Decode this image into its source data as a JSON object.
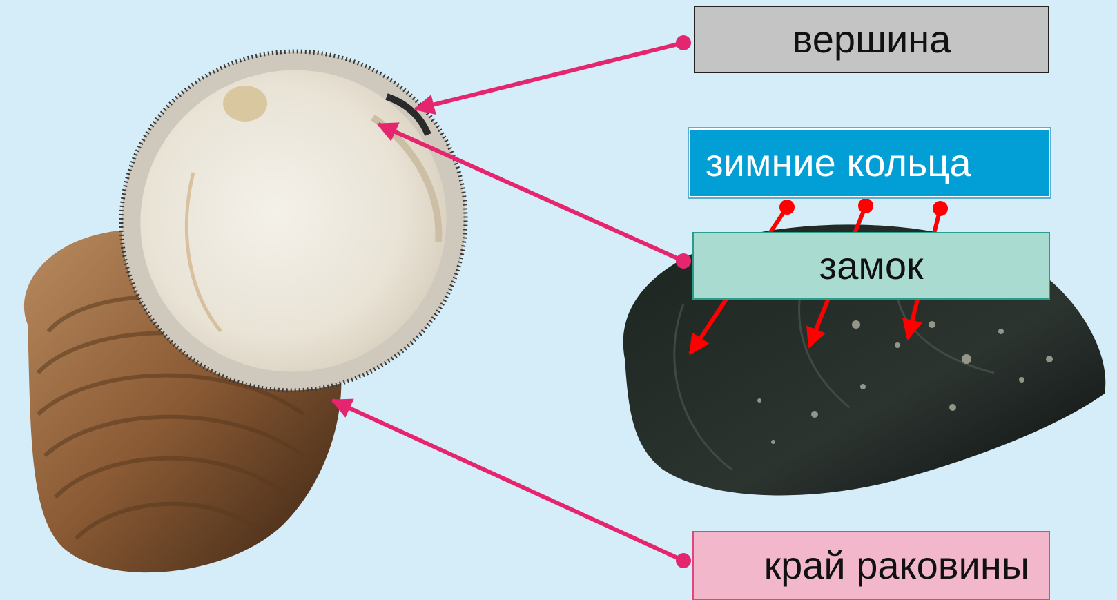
{
  "labels": {
    "top": "вершина",
    "winter_rings": "зимние кольца",
    "hinge": "замок",
    "shell_edge": "край раковины"
  },
  "colors": {
    "background": "#d5ecf9",
    "pointer_pink": "#e5266f",
    "pointer_red": "#ff0000"
  }
}
